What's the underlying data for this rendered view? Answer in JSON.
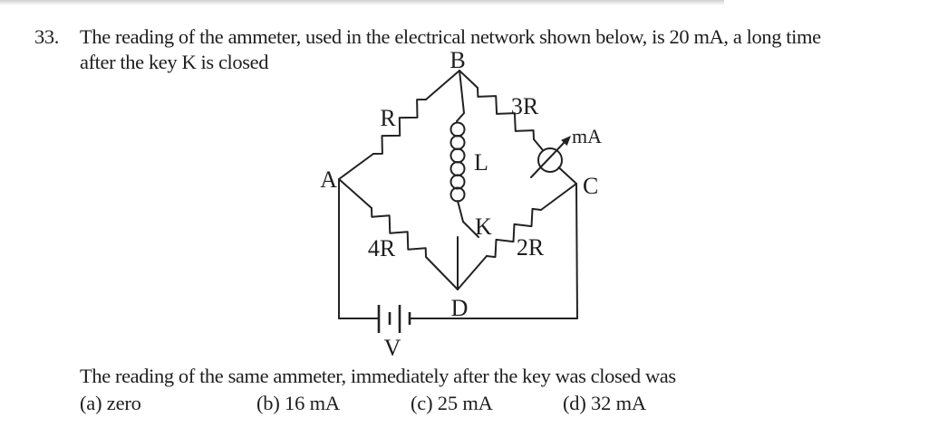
{
  "page": {
    "ink": "#1e1e1e",
    "background": "#ffffff"
  },
  "question": {
    "number": "33.",
    "line1": "The reading of the ammeter, used in the electrical network shown below, is 20 mA, a long time",
    "line2": "after the key K is closed"
  },
  "circuit": {
    "node_a": "A",
    "node_b": "B",
    "node_c": "C",
    "node_d": "D",
    "resistor_ab": "R",
    "resistor_bc": "3R",
    "resistor_ad": "4R",
    "resistor_dc": "2R",
    "inductor": "L",
    "key": "K",
    "ammeter": "mA",
    "battery": "V"
  },
  "followup": {
    "text": "The reading of the same ammeter, immediately after the key was closed was"
  },
  "options": [
    {
      "full": "(a) zero"
    },
    {
      "full": "(b) 16 mA"
    },
    {
      "full": "(c) 25 mA"
    },
    {
      "full": "(d) 32 mA"
    }
  ]
}
